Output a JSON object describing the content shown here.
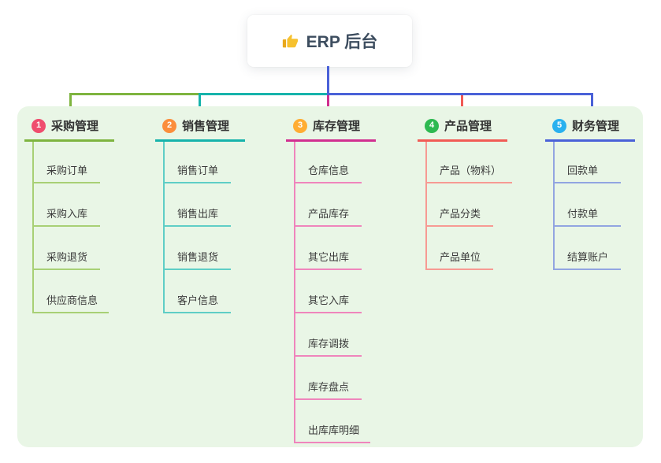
{
  "root": {
    "label": "ERP 后台",
    "icon": "thumbs-up-icon"
  },
  "colors": {
    "panel_background": "#e9f6e6",
    "green": "#7eb43f",
    "teal": "#16b3ab",
    "magenta": "#d12f90",
    "red": "#f15b55",
    "blue": "#4a61d8"
  },
  "branches": [
    {
      "badge": "1",
      "badge_color": "#ef4d6e",
      "line_color": "#7eb43f",
      "child_line_color": "#a8d075",
      "label": "采购管理",
      "children": [
        "采购订单",
        "采购入库",
        "采购退货",
        "供应商信息"
      ]
    },
    {
      "badge": "2",
      "badge_color": "#fb8e3c",
      "line_color": "#16b3ab",
      "child_line_color": "#5fcec6",
      "label": "销售管理",
      "children": [
        "销售订单",
        "销售出库",
        "销售退货",
        "客户信息"
      ]
    },
    {
      "badge": "3",
      "badge_color": "#ffad33",
      "line_color": "#d12f90",
      "child_line_color": "#ef85bc",
      "label": "库存管理",
      "children": [
        "仓库信息",
        "产品库存",
        "其它出库",
        "其它入库",
        "库存调拨",
        "库存盘点",
        "出库库明细"
      ]
    },
    {
      "badge": "4",
      "badge_color": "#2eb951",
      "line_color": "#f15b55",
      "child_line_color": "#f79a93",
      "label": "产品管理",
      "children": [
        "产品（物料）",
        "产品分类",
        "产品单位"
      ]
    },
    {
      "badge": "5",
      "badge_color": "#29b1ef",
      "line_color": "#4a61d8",
      "child_line_color": "#92a5e1",
      "label": "财务管理",
      "children": [
        "回款单",
        "付款单",
        "结算账户"
      ]
    }
  ]
}
